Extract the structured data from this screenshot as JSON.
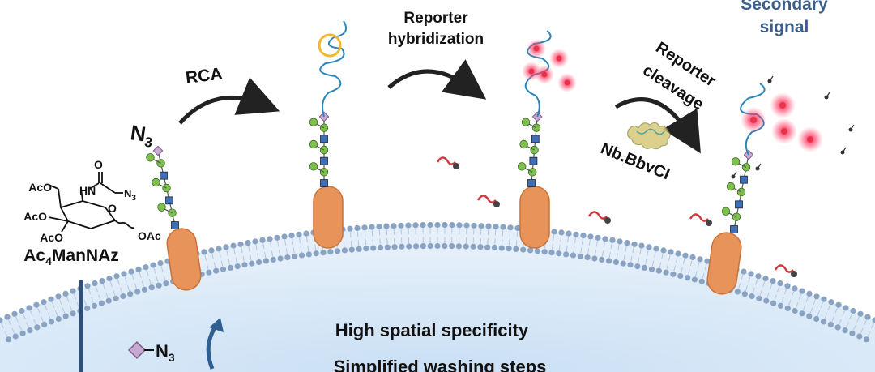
{
  "labels": {
    "rca": "RCA",
    "reporter_hybridization_line1": "Reporter",
    "reporter_hybridization_line2": "hybridization",
    "reporter_cleavage_line1": "Reporter",
    "reporter_cleavage_line2": "cleavage",
    "secondary_signal_line1": "Secondary",
    "secondary_signal_line2": "signal",
    "enzyme": "Nb.BbvCI",
    "azide_sub": "3",
    "compound_name_pre": "Ac",
    "compound_name_sub": "4",
    "compound_name_post": "ManNAz",
    "legend_azide_n": "N",
    "legend_azide_sub": "3",
    "benefit_1": "High spatial specificity",
    "benefit_2": "Simplified washing steps"
  },
  "structure_text": {
    "aco_1": "AcO",
    "aco_2": "AcO",
    "aco_3": "AcO",
    "oac": "OAc",
    "hn": "HN",
    "o_ring": "O",
    "o_carbonyl": "O",
    "n3": "N",
    "n3_sub": "3"
  },
  "colors": {
    "cell_fill": "#dbe9f7",
    "membrane_bead": "#8aa3c2",
    "protein": "#e8935a",
    "protein_stroke": "#c9733c",
    "glycan_green": "#7fbf4d",
    "glycan_blue": "#3f6fb5",
    "dna": "#2a86b8",
    "primer": "#f2b630",
    "fluor": "#e8334a",
    "title_blue": "#3b5f8a"
  }
}
